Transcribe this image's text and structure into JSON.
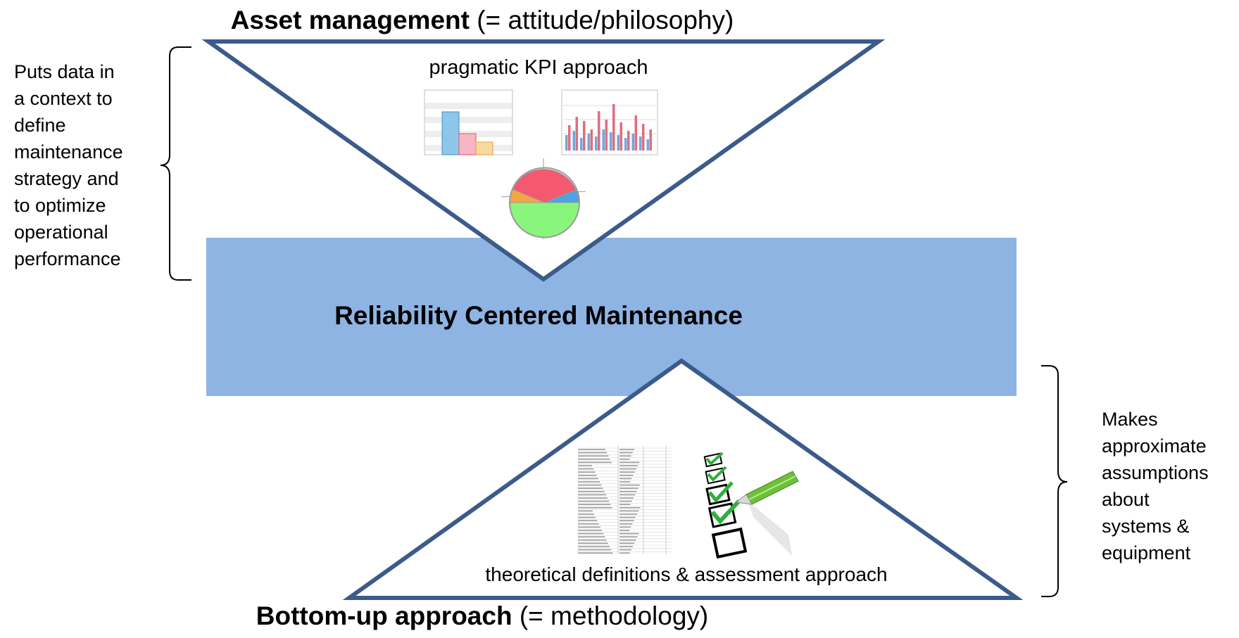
{
  "top_title": {
    "bold": "Asset management",
    "rest": " (= attitude/philosophy)"
  },
  "bottom_title": {
    "bold": "Bottom-up approach",
    "rest": " (= methodology)"
  },
  "band": {
    "label": "Reliability Centered Maintenance",
    "color": "#8EB4E3"
  },
  "top_triangle": {
    "label": "pragmatic KPI approach",
    "stroke": "#3B5B8A"
  },
  "bottom_triangle": {
    "label": "theoretical definitions & assessment approach",
    "stroke": "#3B5B8A"
  },
  "left_note": {
    "lines": [
      "Puts data in",
      "a context to",
      "define",
      "maintenance",
      "strategy and",
      "to optimize",
      "operational",
      "performance"
    ]
  },
  "right_note": {
    "lines": [
      "Makes",
      "approximate",
      "assumptions",
      "about",
      "systems &",
      "equipment"
    ]
  },
  "icons": {
    "bar_chart": "bar-chart-thumbnail",
    "column_chart": "column-chart-thumbnail",
    "pie_chart": "pie-chart-thumbnail",
    "spreadsheet": "spreadsheet-thumbnail",
    "checklist": "checklist-pen-illustration"
  }
}
